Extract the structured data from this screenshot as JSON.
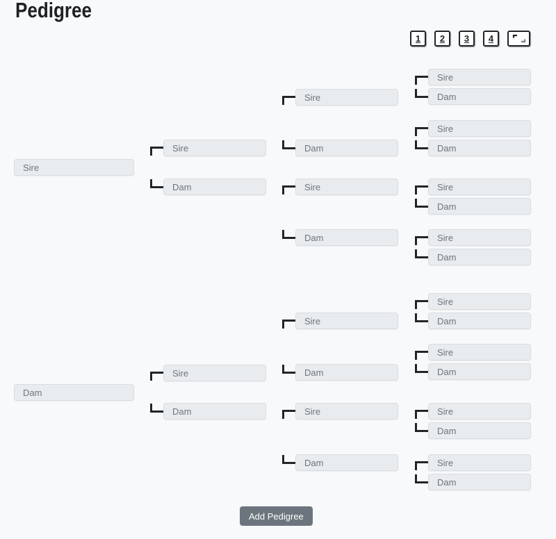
{
  "page": {
    "title": "Pedigree"
  },
  "colors": {
    "page_bg": "#f8f9fa",
    "input_bg": "#e9ecef",
    "placeholder_text": "#6c757d",
    "connector_line": "#212529",
    "add_button_bg": "#6c757d",
    "add_button_text": "#ffffff"
  },
  "toolbar": {
    "generation_buttons": [
      {
        "label": "1"
      },
      {
        "label": "2"
      },
      {
        "label": "3"
      },
      {
        "label": "4"
      }
    ],
    "fullscreen_button": {
      "icon": "fullscreen-icon"
    }
  },
  "pedigree": {
    "generations": [
      {
        "nodes": [
          {
            "placeholder": "Sire",
            "value": ""
          },
          {
            "placeholder": "Dam",
            "value": ""
          }
        ]
      },
      {
        "nodes": [
          {
            "placeholder": "Sire",
            "value": ""
          },
          {
            "placeholder": "Dam",
            "value": ""
          },
          {
            "placeholder": "Sire",
            "value": ""
          },
          {
            "placeholder": "Dam",
            "value": ""
          }
        ]
      },
      {
        "nodes": [
          {
            "placeholder": "Sire",
            "value": ""
          },
          {
            "placeholder": "Dam",
            "value": ""
          },
          {
            "placeholder": "Sire",
            "value": ""
          },
          {
            "placeholder": "Dam",
            "value": ""
          },
          {
            "placeholder": "Sire",
            "value": ""
          },
          {
            "placeholder": "Dam",
            "value": ""
          },
          {
            "placeholder": "Sire",
            "value": ""
          },
          {
            "placeholder": "Dam",
            "value": ""
          }
        ]
      },
      {
        "nodes": [
          {
            "placeholder": "Sire",
            "value": ""
          },
          {
            "placeholder": "Dam",
            "value": ""
          },
          {
            "placeholder": "Sire",
            "value": ""
          },
          {
            "placeholder": "Dam",
            "value": ""
          },
          {
            "placeholder": "Sire",
            "value": ""
          },
          {
            "placeholder": "Dam",
            "value": ""
          },
          {
            "placeholder": "Sire",
            "value": ""
          },
          {
            "placeholder": "Dam",
            "value": ""
          },
          {
            "placeholder": "Sire",
            "value": ""
          },
          {
            "placeholder": "Dam",
            "value": ""
          },
          {
            "placeholder": "Sire",
            "value": ""
          },
          {
            "placeholder": "Dam",
            "value": ""
          },
          {
            "placeholder": "Sire",
            "value": ""
          },
          {
            "placeholder": "Dam",
            "value": ""
          },
          {
            "placeholder": "Sire",
            "value": ""
          },
          {
            "placeholder": "Dam",
            "value": ""
          }
        ]
      }
    ]
  },
  "actions": {
    "add_pedigree_label": "Add Pedigree"
  }
}
